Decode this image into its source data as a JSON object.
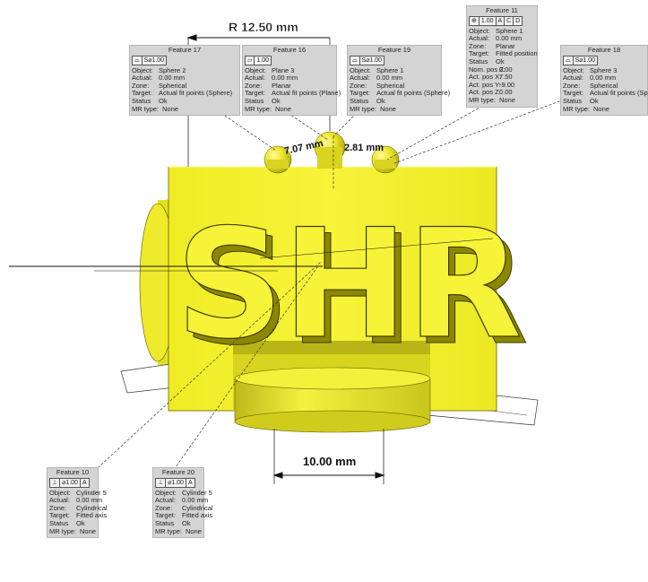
{
  "dimensions": {
    "radius": "R 12.50 mm",
    "width": "10.00 mm",
    "top_left": "7.07 mm",
    "top_right": "2.81 mm"
  },
  "letters": "SHR",
  "colors": {
    "part": "#f3f02a",
    "part_shade": "#c8c41d",
    "callout_bg": "#d4d4d4"
  },
  "callouts": [
    {
      "id": "f17",
      "title": "Feature 17",
      "fcf": [
        "⌓",
        "S⌀1.00"
      ],
      "rows": [
        [
          "Object:",
          "Sphere 2"
        ],
        [
          "Actual:",
          "0.00 mm"
        ],
        [
          "Zone:",
          "Spherical"
        ],
        [
          "Target:",
          "Actual fit points (Sphere)"
        ],
        [
          "Status",
          "Ok"
        ],
        [
          "MR type:",
          "None"
        ]
      ]
    },
    {
      "id": "f16",
      "title": "Feature 16",
      "fcf": [
        "▱",
        "1.00"
      ],
      "rows": [
        [
          "Object:",
          "Plane 3"
        ],
        [
          "Actual:",
          "0.00 mm"
        ],
        [
          "Zone:",
          "Planar"
        ],
        [
          "Target:",
          "Actual fit points (Plane)"
        ],
        [
          "Status",
          "Ok"
        ],
        [
          "MR type:",
          "None"
        ]
      ]
    },
    {
      "id": "f19",
      "title": "Feature 19",
      "fcf": [
        "⌓",
        "S⌀1.00"
      ],
      "rows": [
        [
          "Object:",
          "Sphere 1"
        ],
        [
          "Actual:",
          "0.00 mm"
        ],
        [
          "Zone:",
          "Spherical"
        ],
        [
          "Target:",
          "Actual fit points (Sphere)"
        ],
        [
          "Status",
          "Ok"
        ],
        [
          "MR type:",
          "None"
        ]
      ]
    },
    {
      "id": "f11",
      "title": "Feature 11",
      "fcf": [
        "⊕",
        "1.00",
        "A",
        "C",
        "D"
      ],
      "rows": [
        [
          "Object:",
          "Sphere 1"
        ],
        [
          "Actual:",
          "0.00 mm"
        ],
        [
          "Zone:",
          "Planar"
        ],
        [
          "Target:",
          "Fitted position"
        ],
        [
          "Status",
          "Ok"
        ],
        [
          "Nom. pos Z:",
          "0.00"
        ],
        [
          "Act. pos X:",
          "7.50"
        ],
        [
          "Act. pos Y:",
          "-9.00"
        ],
        [
          "Act. pos Z:",
          "0.00"
        ],
        [
          "MR type:",
          "None"
        ]
      ]
    },
    {
      "id": "f18",
      "title": "Feature 18",
      "fcf": [
        "⌓",
        "S⌀1.00"
      ],
      "rows": [
        [
          "Object:",
          "Sphere 3"
        ],
        [
          "Actual:",
          "0.00 mm"
        ],
        [
          "Zone:",
          "Spherical"
        ],
        [
          "Target:",
          "Actual fit points (Sphere)"
        ],
        [
          "Status",
          "Ok"
        ],
        [
          "MR type:",
          "None"
        ]
      ]
    },
    {
      "id": "f10",
      "title": "Feature 10",
      "fcf": [
        "⊥",
        "⌀1.00",
        "A"
      ],
      "rows": [
        [
          "Object:",
          "Cylinder 5"
        ],
        [
          "Actual:",
          "0.00 mm"
        ],
        [
          "Zone:",
          "Cylindrical"
        ],
        [
          "Target:",
          "Fitted axis"
        ],
        [
          "Status",
          "Ok"
        ],
        [
          "MR type:",
          "None"
        ]
      ]
    },
    {
      "id": "f20",
      "title": "Feature 20",
      "fcf": [
        "⊥",
        "⌀1.00",
        "A"
      ],
      "rows": [
        [
          "Object:",
          "Cylinder 5"
        ],
        [
          "Actual:",
          "0.00 mm"
        ],
        [
          "Zone:",
          "Cylindrical"
        ],
        [
          "Target:",
          "Fitted axis"
        ],
        [
          "Status",
          "Ok"
        ],
        [
          "MR type:",
          "None"
        ]
      ]
    }
  ]
}
